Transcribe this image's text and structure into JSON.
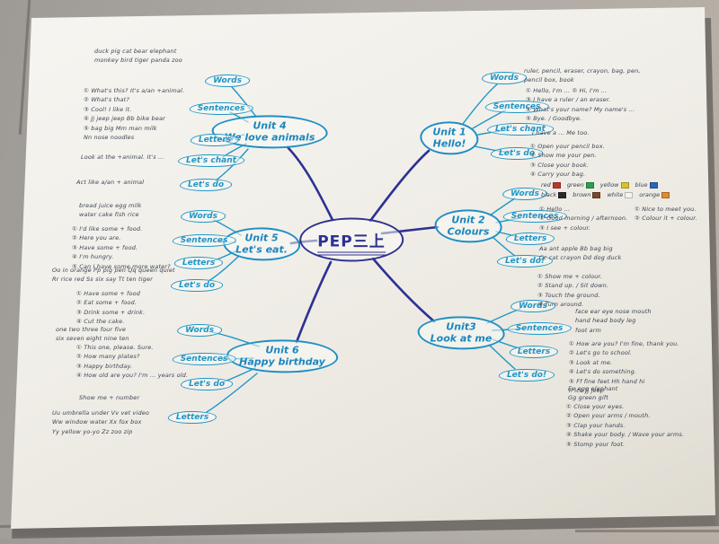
{
  "center_label": "PEP三上",
  "units": [
    {
      "id": "unit4",
      "label": "Unit 4",
      "sub": "We love animals",
      "children": [
        "Words",
        "Sentences",
        "Letters",
        "Let's chant",
        "Let's do"
      ]
    },
    {
      "id": "unit5",
      "label": "Unit 5",
      "sub": "Let's eat.",
      "children": [
        "Words",
        "Sentences",
        "Letters",
        "Let's do"
      ]
    },
    {
      "id": "unit6",
      "label": "Unit 6",
      "sub": "Happy birthday",
      "children": [
        "Words",
        "Sentences",
        "Let's do",
        "Letters"
      ]
    },
    {
      "id": "unit1",
      "label": "Unit 1",
      "sub": "Hello!",
      "children": [
        "Words",
        "Sentences",
        "Let's chant",
        "Let's do"
      ]
    },
    {
      "id": "unit2",
      "label": "Unit 2",
      "sub": "Colours",
      "children": [
        "Words",
        "Sentences",
        "Letters",
        "Let's do!"
      ]
    },
    {
      "id": "unit3",
      "label": "Unit3",
      "sub": "Look at me",
      "children": [
        "Words",
        "Sentences",
        "Letters",
        "Let's do!"
      ]
    }
  ],
  "notes": {
    "u4_words": "duck  pig  cat  bear  elephant\nmonkey  bird  tiger  panda  zoo",
    "u4_sentences": "① What's this?  It's a/an +animal.\n② What's that?\n③ Cool!  I like it.\n④ Jj  jeep  jeep    Bb  bike  bear\n⑤ bag  big    Mm  man  milk\n      Nn  nose  noodles",
    "u4_look": "Look  at  the  +animal.  It's ...",
    "u4_act": "Act like a/an + animal",
    "u5_words": "bread  juice  egg  milk\nwater  cake  fish  rice",
    "u5_sentences": "① I'd like some + food.\n② Here you are.\n③ Have some + food.\n④ I'm hungry.\n⑤ Can I have some more water?",
    "u5_letters": "Oo in orange   Pp  pig  pen   Qq  queen  quiet\nRr  rice  red   Ss  six  say   Tt  ten  tiger",
    "u5_do": "① Have some + food\n② Eat some + food.\n③ Drink some + drink.\n④ Cut the cake.",
    "u6_words": "one   two   three   four   five\nsix   seven   eight   nine   ten",
    "u6_sentences": "① This one, please.   Sure.\n② How many plates?\n③ Happy birthday.\n④ How old are you?  I'm ... years old.",
    "u6_show": "Show  me  +  number",
    "u6_letters": "Uu  umbrella  under      Vv  vet  video\nWw  window  water      Xx  fox  box\nYy  yellow  yo-yo      Zz  zoo  zip",
    "u1_words": "ruler,  pencil,  eraser,  crayon, bag, pen,\npencil  box,  book",
    "u1_sentences": "① Hello, I'm ...     ② Hi, I'm ...\n③ I have a ruler / an eraser.\n④ What's your name?   My name's ...\n⑤ Bye. / Goodbye.",
    "u1_chant": "I  have  a ...       Me  too.",
    "u1_do": "① Open your pencil box.\n② Show me your pen.\n③ Close your book.\n④ Carry your bag.",
    "u2_sentences": "① Hello ...\n② Good morning / afternoon.\n③ I see + colour.",
    "u2_sentences2": "① Nice to meet you.\n② Colour it + colour.",
    "u2_letters": "Aa  ant  apple      Bb  bag  big\nCc  cat  crayon     Dd  dog  duck",
    "u2_do": "① Show me + colour.\n② Stand up. / Sit down.\n③ Touch the ground.\n④ Turn around.",
    "u3_words": "face   ear   eye   nose   mouth\nhand   head   body   leg\nfoot   arm",
    "u3_sentences": "① How are you?  I'm fine, thank you.\n② Let's go to school.\n③ Look at me.\n④ Let's do something.\n⑤ Ff  fine  feet      Hh  hand  hi\n    Ii  ice      Jj  jeep",
    "u3_letters": "Ee  egg  elephant\nGg  green  gift",
    "u3_do": "① Close your eyes.\n② Open your arms / mouth.\n③ Clap your hands.\n④ Shake your body. / Wave your arms.\n⑤ Stomp your foot."
  },
  "colour_words": [
    {
      "w": "red",
      "c": "#b83a2e"
    },
    {
      "w": "green",
      "c": "#2f9e4f"
    },
    {
      "w": "yellow",
      "c": "#d8c12f"
    },
    {
      "w": "blue",
      "c": "#2e66b8"
    },
    {
      "w": "black",
      "c": "#2b2b2b"
    },
    {
      "w": "brown",
      "c": "#7a4b2a"
    },
    {
      "w": "white",
      "c": "#f5f5f2"
    },
    {
      "w": "orange",
      "c": "#e08b2d"
    }
  ],
  "palette": {
    "main_ink": "#2e3192",
    "bubble_ink": "#1f96c8",
    "note_ink": "#3c4454"
  }
}
